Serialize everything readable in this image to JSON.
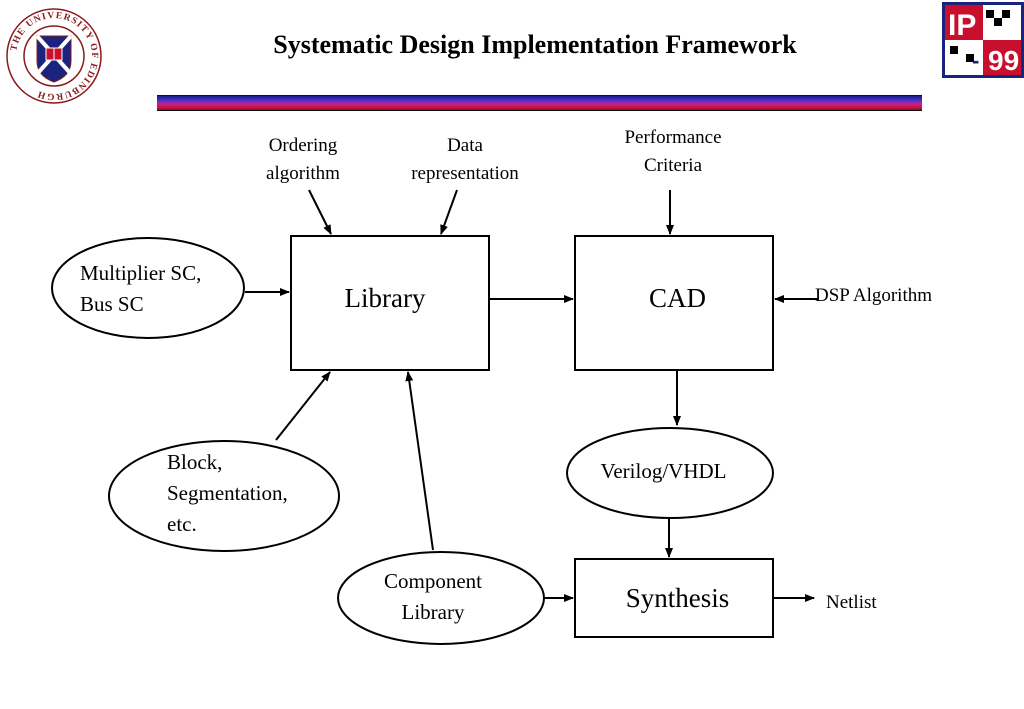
{
  "title": "Systematic Design Implementation Framework",
  "logos": {
    "university_seal_text": "THE UNIVERSITY OF EDINBURGH",
    "conference_logo_text": "IP-99"
  },
  "nodes": {
    "library": "Library",
    "cad": "CAD",
    "synthesis": "Synthesis",
    "multiplier": [
      "Multiplier SC,",
      "Bus SC"
    ],
    "block": [
      "Block,",
      "Segmentation,",
      "etc."
    ],
    "component": [
      "Component",
      "Library"
    ],
    "verilog": "Verilog/VHDL"
  },
  "labels": {
    "ordering": [
      "Ordering",
      "algorithm"
    ],
    "data_rep": [
      "Data",
      "representation"
    ],
    "performance": [
      "Performance",
      "Criteria"
    ],
    "dsp": "DSP Algorithm",
    "netlist": "Netlist"
  },
  "colors": {
    "bar_top": "#1a1a8a",
    "bar_mid": "#c0209a",
    "bar_bottom": "#8a0a30",
    "logo_red": "#c8102e",
    "logo_blue": "#1a237e"
  }
}
